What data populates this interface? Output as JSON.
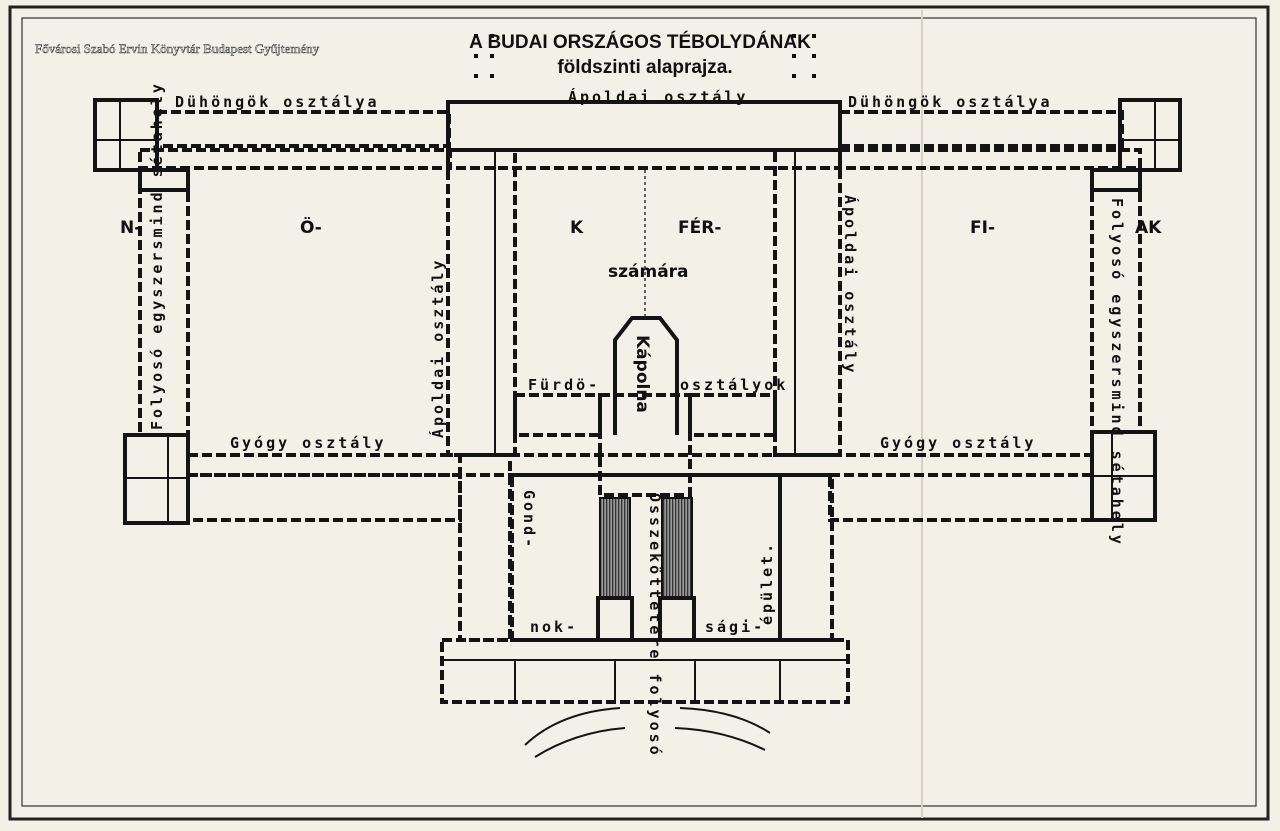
{
  "watermark": "Fővárosi Szabó Ervin Könyvtár Budapest Gyűjtemény",
  "title": {
    "line1": "A BUDAI ORSZÁGOS TÉBOLYDÁNAK",
    "line2": "földszinti alaprajza."
  },
  "labels": {
    "duhongok_left": "Dühöngök osztálya",
    "duhongok_right": "Dühöngök osztálya",
    "apoldai_top": "Ápoldai osztály",
    "apoldai_left": "Ápoldai osztály",
    "apoldai_right": "Ápoldai osztály",
    "folyoso_left": "Folyosó egyszersmind sétahely",
    "folyoso_right": "Folyosó egyszersmind sétahely",
    "n": "N-",
    "o": "Ö-",
    "k": "K",
    "fer": "FÉR-",
    "fi": "FI-",
    "ak": "AK",
    "szamara": "számára",
    "kapolna": "Kápolna",
    "furdo": "Fürdö-",
    "osztalyok": "osztályok",
    "gyogy_left": "Gyógy osztály",
    "gyogy_right": "Gyógy osztály",
    "gond": "Gond-",
    "nok": "nok-",
    "sagi": "sági-",
    "epulet": "épület.",
    "osszekoto": "Összeköttetére folyosó"
  }
}
